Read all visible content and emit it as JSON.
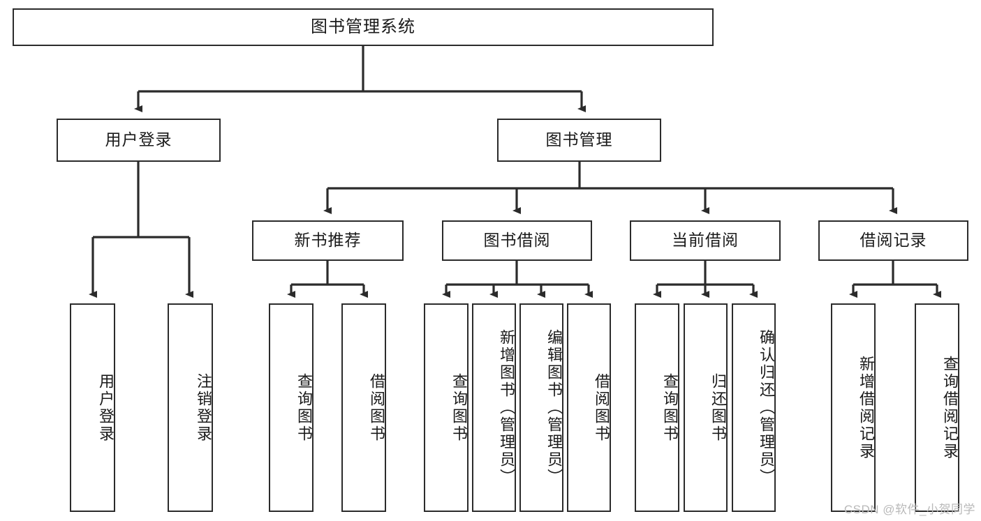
{
  "diagram": {
    "title": "图书管理系统",
    "watermark": "CSDN @软件_小贺同学",
    "line_color": "#2b2b2b",
    "box_fill": "#ffffff",
    "text_color": "#1a1a1a",
    "levels": {
      "level1": [
        {
          "id": "root",
          "label": "图书管理系统"
        }
      ],
      "level2": [
        {
          "id": "user-login",
          "label": "用户登录"
        },
        {
          "id": "book-manage",
          "label": "图书管理"
        }
      ],
      "level3": [
        {
          "id": "new-book-recommend",
          "label": "新书推荐",
          "parent": "book-manage"
        },
        {
          "id": "book-borrow",
          "label": "图书借阅",
          "parent": "book-manage"
        },
        {
          "id": "current-borrow",
          "label": "当前借阅",
          "parent": "book-manage"
        },
        {
          "id": "borrow-record",
          "label": "借阅记录",
          "parent": "book-manage"
        }
      ],
      "leaves": [
        {
          "id": "leaf-user-login",
          "label": "用户登录",
          "parent": "user-login"
        },
        {
          "id": "leaf-logout",
          "label": "注销登录",
          "parent": "user-login"
        },
        {
          "id": "leaf-query-book-1",
          "label": "查询图书",
          "parent": "new-book-recommend"
        },
        {
          "id": "leaf-borrow-book-1",
          "label": "借阅图书",
          "parent": "new-book-recommend"
        },
        {
          "id": "leaf-query-book-2",
          "label": "查询图书",
          "parent": "book-borrow"
        },
        {
          "id": "leaf-add-book",
          "label": "新增图书（管理员）",
          "parent": "book-borrow"
        },
        {
          "id": "leaf-edit-book",
          "label": "编辑图书（管理员）",
          "parent": "book-borrow"
        },
        {
          "id": "leaf-borrow-book-2",
          "label": "借阅图书",
          "parent": "book-borrow"
        },
        {
          "id": "leaf-query-book-3",
          "label": "查询图书",
          "parent": "current-borrow"
        },
        {
          "id": "leaf-return-book",
          "label": "归还图书",
          "parent": "current-borrow"
        },
        {
          "id": "leaf-confirm-return",
          "label": "确认归还（管理员）",
          "parent": "current-borrow"
        },
        {
          "id": "leaf-add-record",
          "label": "新增借阅记录",
          "parent": "borrow-record"
        },
        {
          "id": "leaf-query-record",
          "label": "查询借阅记录",
          "parent": "borrow-record"
        }
      ]
    }
  }
}
